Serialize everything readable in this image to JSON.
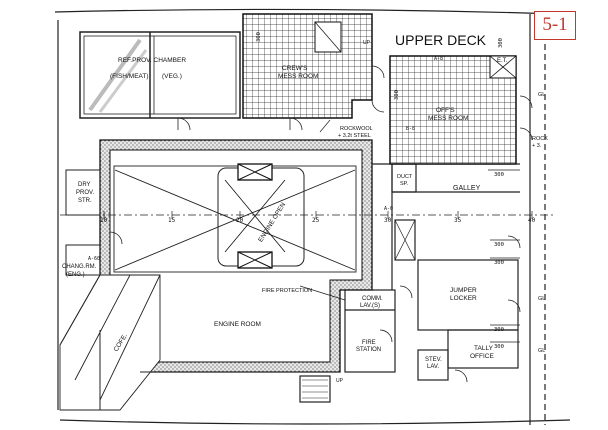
{
  "sheet": {
    "title": "UPPER DECK",
    "badge": "5-1",
    "badge_color": "#c0392b"
  },
  "rooms": {
    "ref_prov_chamber": "REF.PROV. CHAMBER",
    "fish_meat": "(FISH/MEAT)",
    "veg": "(VEG.)",
    "crews_mess_1": "CREW'S",
    "crews_mess_2": "MESS ROOM",
    "offs_mess_1": "OFF'S",
    "offs_mess_2": "MESS ROOM",
    "et": "E.T.",
    "dry_prov_1": "DRY",
    "dry_prov_2": "PROV.",
    "dry_prov_3": "STR.",
    "galley": "GALLEY",
    "duct_1": "DUCT",
    "duct_2": "SP.",
    "chang_rm_1": "CHANG.RM.",
    "chang_rm_2": "(ENG.)",
    "engine_room": "ENGINE ROOM",
    "engine_open": "ENGINE OPEN",
    "cofe": "COFE.",
    "comm_lav_1": "COMM.",
    "comm_lav_2": "LAV.(S)",
    "fire_station_1": "FIRE",
    "fire_station_2": "STATION",
    "stev_lav_1": "STEV.",
    "stev_lav_2": "LAV.",
    "jumper_1": "JUMPER",
    "jumper_2": "LOCKER",
    "tally_1": "TALLY",
    "tally_2": "OFFICE"
  },
  "notes": {
    "rockwool": "ROCKWOOL",
    "steel": "+ 3.2t STEEL",
    "rock_right": "ROCK",
    "rock_right_2": "+ 3.",
    "fire_protection": "FIRE PROTECTION",
    "up": "UP",
    "gl": "GL"
  },
  "frames": [
    "10",
    "15",
    "20",
    "25",
    "30",
    "35",
    "40"
  ],
  "dims": {
    "d300": "300",
    "a8": "A-8",
    "b8": "B-8",
    "a0": "A-0",
    "a60": "A-60"
  }
}
